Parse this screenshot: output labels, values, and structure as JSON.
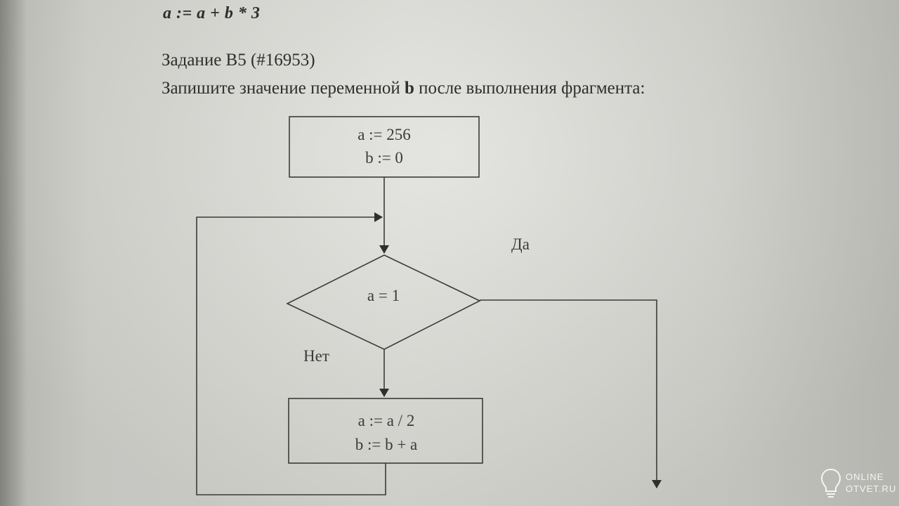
{
  "formula": "a := a + b * 3",
  "task": {
    "title": "Задание B5 (#16953)",
    "text_before": "Запишите значение переменной ",
    "text_bold": "b",
    "text_after": " после выполнения фрагмента:"
  },
  "flowchart": {
    "init_line1": "a := 256",
    "init_line2": "b := 0",
    "condition": "a = 1",
    "yes_label": "Да",
    "no_label": "Нет",
    "body_line1": "a := a / 2",
    "body_line2": "b := b + a"
  },
  "watermark": {
    "line1": "ONLINE",
    "line2": "OTVET.RU",
    "icon": "lightbulb-icon"
  }
}
